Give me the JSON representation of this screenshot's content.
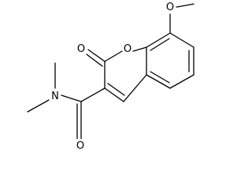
{
  "molecule": {
    "atoms": {
      "methoxy_oxygen": "O",
      "ring_oxygen": "O",
      "carbonyl_oxygen_lactone": "O",
      "amide_nitrogen": "N",
      "amide_carbonyl_oxygen": "O"
    }
  }
}
